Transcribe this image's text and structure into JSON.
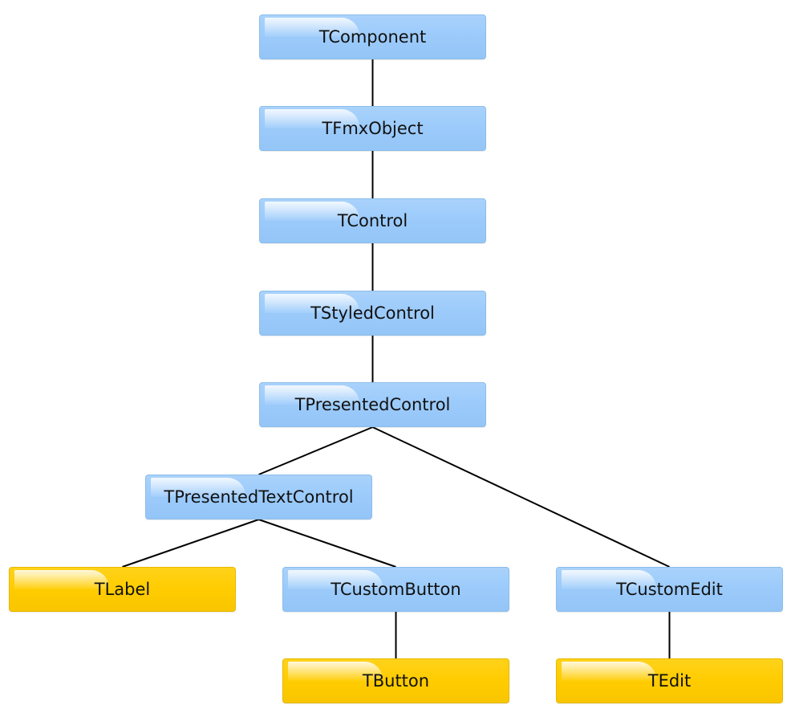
{
  "nodes": {
    "tcomponent": "TComponent",
    "tfmxobject": "TFmxObject",
    "tcontrol": "TControl",
    "tstyledcontrol": "TStyledControl",
    "tpresentedcontrol": "TPresentedControl",
    "tpresentedtextcontrol": "TPresentedTextControl",
    "tlabel": "TLabel",
    "tcustombutton": "TCustomButton",
    "tcustomedit": "TCustomEdit",
    "tbutton": "TButton",
    "tedit": "TEdit"
  },
  "edges": [
    [
      "tcomponent",
      "tfmxobject"
    ],
    [
      "tfmxobject",
      "tcontrol"
    ],
    [
      "tcontrol",
      "tstyledcontrol"
    ],
    [
      "tstyledcontrol",
      "tpresentedcontrol"
    ],
    [
      "tpresentedcontrol",
      "tpresentedtextcontrol"
    ],
    [
      "tpresentedcontrol",
      "tcustomedit"
    ],
    [
      "tpresentedtextcontrol",
      "tlabel"
    ],
    [
      "tpresentedtextcontrol",
      "tcustombutton"
    ],
    [
      "tcustombutton",
      "tbutton"
    ],
    [
      "tcustomedit",
      "tedit"
    ]
  ],
  "colors": {
    "class_node": "#9ccbfb",
    "leaf_node": "#ffcc00",
    "connector": "#000000"
  }
}
